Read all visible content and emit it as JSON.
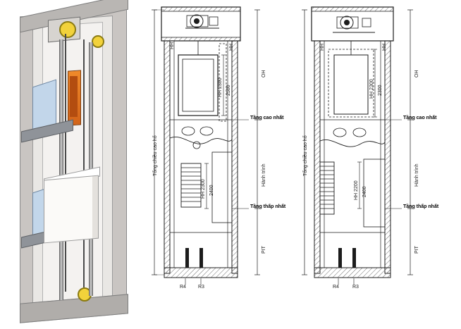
{
  "figure": {
    "title": "Elevator shaft cross-section drawings",
    "panels": [
      {
        "name": "isometric-cutaway",
        "caption": ""
      },
      {
        "name": "section-machine-room",
        "caption": ""
      },
      {
        "name": "section-machine-roomless",
        "caption": ""
      }
    ]
  },
  "panel2": {
    "labels": {
      "overall_height_vertical": "Tổng chiều cao hố",
      "top_floor": "Tầng cao nhất",
      "bottom_floor": "Tầng thấp nhất",
      "travel_vertical": "Hành trình",
      "oh": "OH",
      "hh": "HH",
      "pit": "PIT",
      "hh_value": "HH 2300",
      "hh2_value": "HH 2300",
      "dim_2500": "2500",
      "dim_2400": "2400",
      "r4": "R4",
      "r3": "R3"
    }
  },
  "panel3": {
    "labels": {
      "overall_height_vertical": "Tổng chiều cao hố",
      "top_floor": "Tầng cao nhất",
      "bottom_floor": "Tầng thấp nhất",
      "travel_vertical": "Hành trình",
      "oh": "OH",
      "hh": "HH",
      "pit": "PIT",
      "hh_value": "HH 2300",
      "hh2_value": "HH 2200",
      "dim_2300": "2300",
      "dim_2400": "2400",
      "r4": "R4",
      "r3": "R3"
    }
  },
  "colors": {
    "line": "#1c1c1c",
    "wall_fill": "#b8b8b8",
    "hatch": "#6d6d6d",
    "yellow": "#f2d23b",
    "orange": "#e07a1f",
    "glass": "#c2d6ea"
  }
}
